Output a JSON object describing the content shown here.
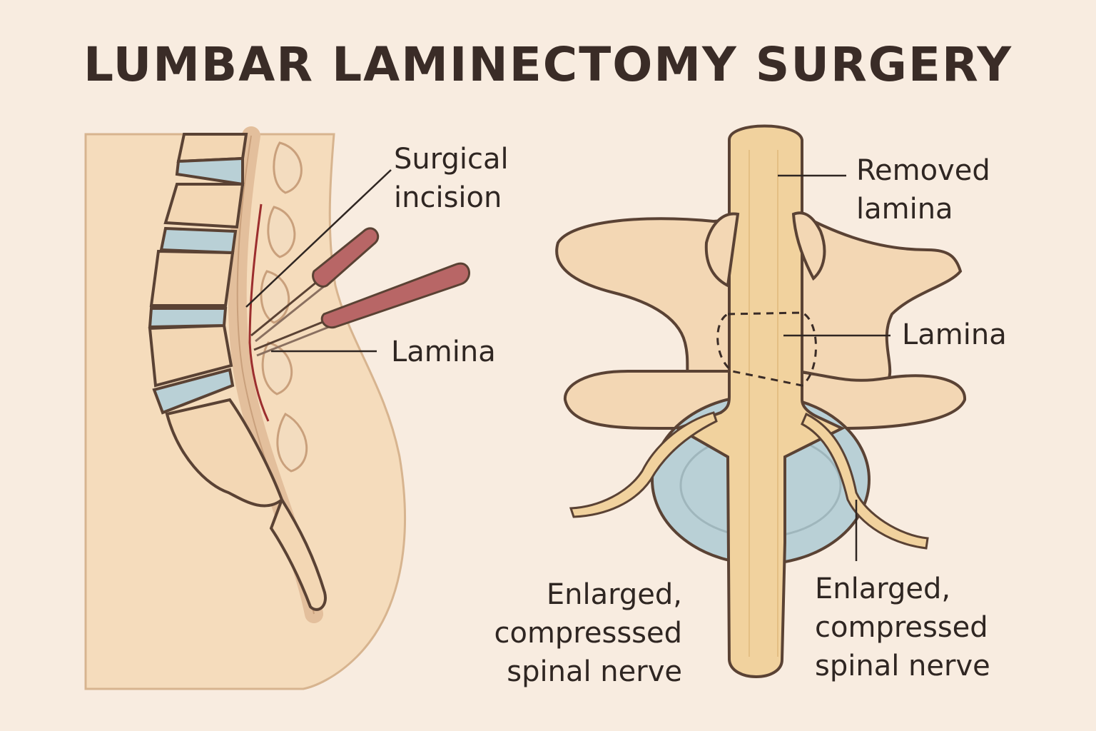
{
  "title": "LUMBAR LAMINECTOMY SURGERY",
  "left_panel": {
    "labels": {
      "surgical_incision": [
        "Surgical",
        "incision"
      ],
      "lamina": "Lamina"
    }
  },
  "right_panel": {
    "labels": {
      "removed_lamina": [
        "Removed",
        "lamina"
      ],
      "lamina": "Lamina",
      "nerve_left": [
        "Enlarged,",
        "compresssed",
        "spinal nerve"
      ],
      "nerve_right": [
        "Enlarged,",
        "compressed",
        "spinal nerve"
      ]
    }
  },
  "colors": {
    "background": "#f8ece0",
    "skin": "#f5dcbc",
    "bone": "#f3d7b4",
    "disc": "#b9d0d6",
    "instrument": "#b86666",
    "incision": "#9c2e2e",
    "outline": "#5a4234"
  }
}
